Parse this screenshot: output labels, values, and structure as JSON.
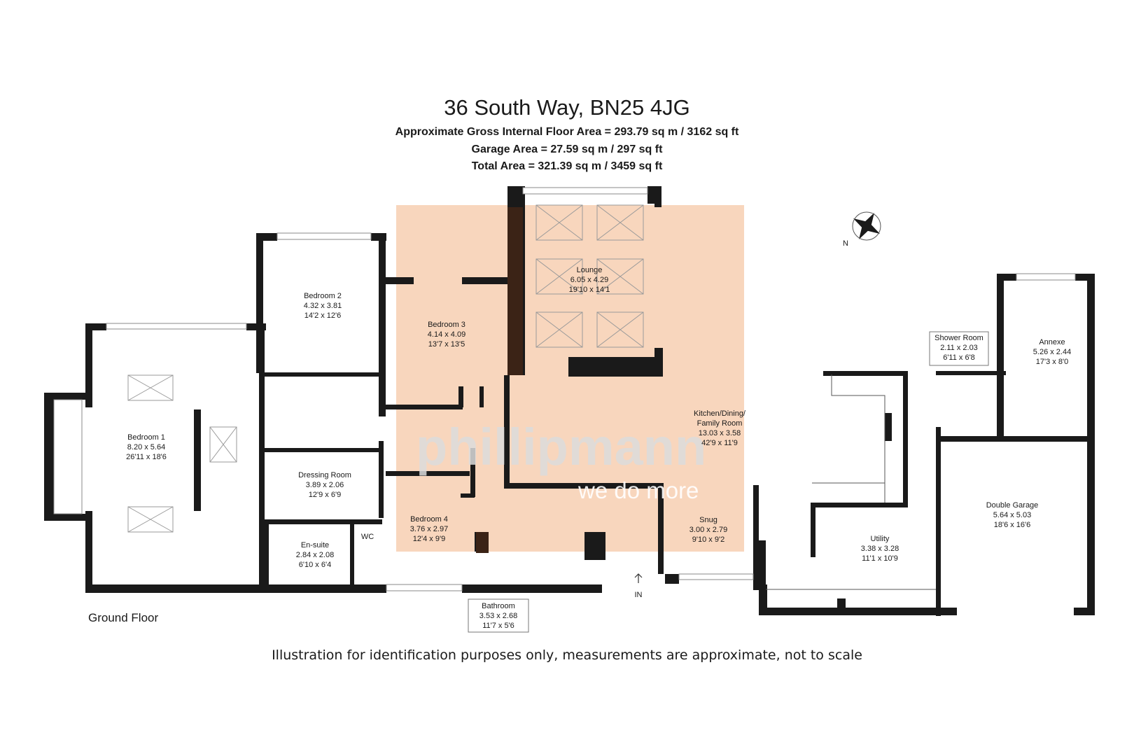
{
  "header": {
    "title": "36 South Way, BN25 4JG",
    "gross_area": "Approximate Gross Internal Floor Area = 293.79 sq m / 3162 sq ft",
    "garage_area": "Garage Area = 27.59 sq m / 297 sq ft",
    "total_area": "Total Area = 321.39 sq m / 3459 sq ft"
  },
  "floor_label": "Ground Floor",
  "disclaimer": "Illustration for identification purposes only, measurements are approximate, not to scale",
  "entrance_label": "IN",
  "compass_label": "N",
  "watermark": {
    "brand": "phillipmann",
    "tagline": "we do more"
  },
  "colors": {
    "highlight": "#f8d6bd",
    "wall": "#1a1a1a",
    "dark_fill": "#3b2316"
  },
  "rooms": {
    "bedroom1": {
      "name": "Bedroom 1",
      "metric": "8.20 x 5.64",
      "imperial": "26'11 x 18'6"
    },
    "bedroom2": {
      "name": "Bedroom 2",
      "metric": "4.32 x 3.81",
      "imperial": "14'2 x 12'6"
    },
    "bedroom3": {
      "name": "Bedroom 3",
      "metric": "4.14 x 4.09",
      "imperial": "13'7 x 13'5"
    },
    "lounge": {
      "name": "Lounge",
      "metric": "6.05 x 4.29",
      "imperial": "19'10 x 14'1"
    },
    "dressing": {
      "name": "Dressing Room",
      "metric": "3.89 x 2.06",
      "imperial": "12'9 x 6'9"
    },
    "ensuite": {
      "name": "En-suite",
      "metric": "2.84 x 2.08",
      "imperial": "6'10 x 6'4"
    },
    "wc": {
      "name": "WC"
    },
    "bedroom4": {
      "name": "Bedroom 4",
      "metric": "3.76 x 2.97",
      "imperial": "12'4 x 9'9"
    },
    "bathroom": {
      "name": "Bathroom",
      "metric": "3.53 x 2.68",
      "imperial": "11'7 x 5'6"
    },
    "kitchen": {
      "name1": "Kitchen/Dining/",
      "name2": "Family Room",
      "metric": "13.03 x 3.58",
      "imperial": "42'9 x 11'9"
    },
    "snug": {
      "name": "Snug",
      "metric": "3.00 x 2.79",
      "imperial": "9'10 x 9'2"
    },
    "utility": {
      "name": "Utility",
      "metric": "3.38 x 3.28",
      "imperial": "11'1 x 10'9"
    },
    "shower": {
      "name": "Shower Room",
      "metric": "2.11 x 2.03",
      "imperial": "6'11 x 6'8"
    },
    "annexe": {
      "name": "Annexe",
      "metric": "5.26 x 2.44",
      "imperial": "17'3 x 8'0"
    },
    "garage": {
      "name": "Double Garage",
      "metric": "5.64 x 5.03",
      "imperial": "18'6 x 16'6"
    }
  }
}
